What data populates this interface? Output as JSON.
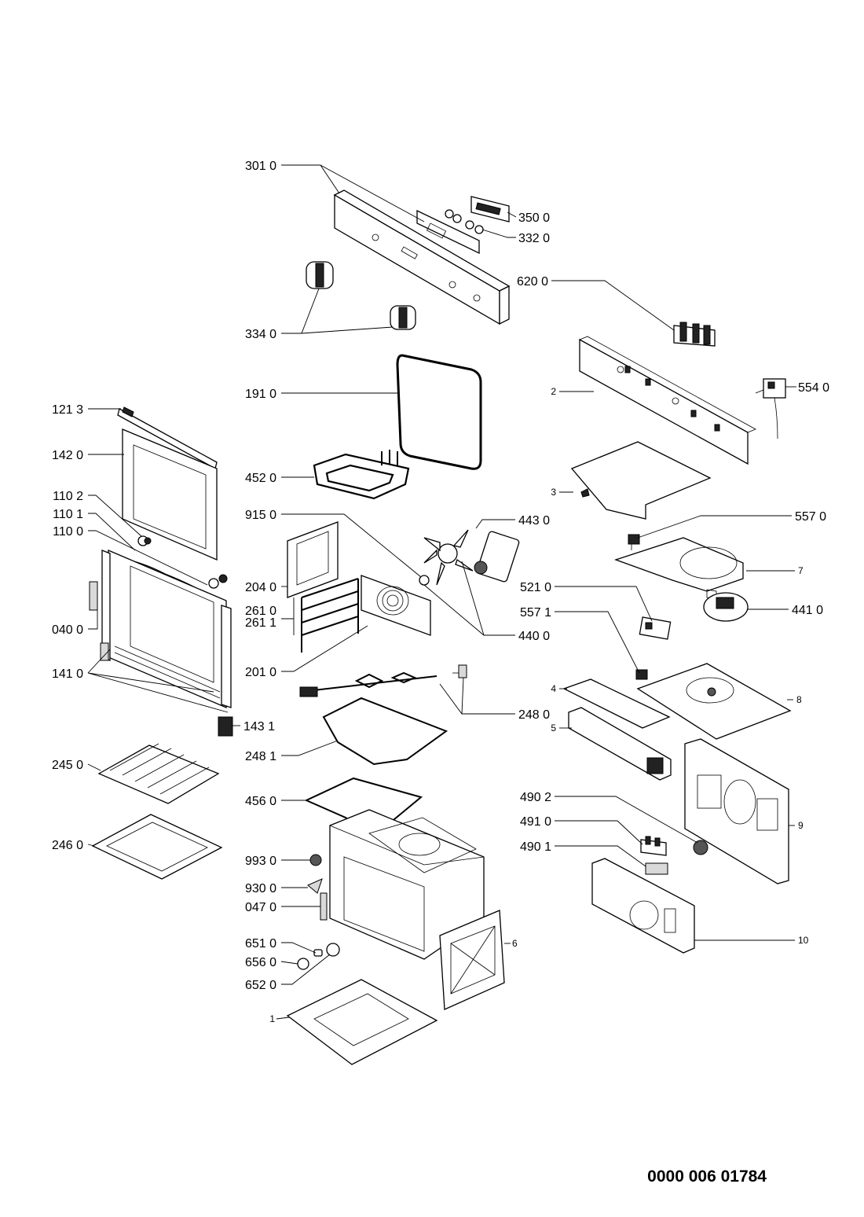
{
  "document_number": "0000 006 01784",
  "labels": {
    "l3010": "301 0",
    "l3500": "350 0",
    "l3320": "332 0",
    "l6200": "620 0",
    "l3340": "334 0",
    "l1910": "191 0",
    "l1213": "121 3",
    "l2": "2",
    "l5540": "554 0",
    "l1420": "142 0",
    "l4520": "452 0",
    "l3": "3",
    "l1102": "110 2",
    "l1101": "110 1",
    "l1100": "110 0",
    "l9150": "915 0",
    "l4430": "443 0",
    "l5570": "557 0",
    "l7": "7",
    "l2040": "204 0",
    "l5210": "521 0",
    "l5571": "557 1",
    "l4410": "441 0",
    "l2610": "261 0",
    "l2611": "261 1",
    "l0400": "040 0",
    "l4400": "440 0",
    "l1410": "141 0",
    "l2010": "201 0",
    "l4": "4",
    "l8": "8",
    "l2480": "248 0",
    "l5": "5",
    "l1431": "143 1",
    "l2481": "248 1",
    "l2450": "245 0",
    "l4560": "456 0",
    "l4902": "490 2",
    "l4910": "491 0",
    "l9": "9",
    "l2460": "246 0",
    "l9930": "993 0",
    "l4901": "490 1",
    "l9300": "930 0",
    "l0470": "047 0",
    "l6510": "651 0",
    "l6": "6",
    "l10": "10",
    "l6560": "656 0",
    "l6520": "652 0",
    "l1": "1"
  }
}
